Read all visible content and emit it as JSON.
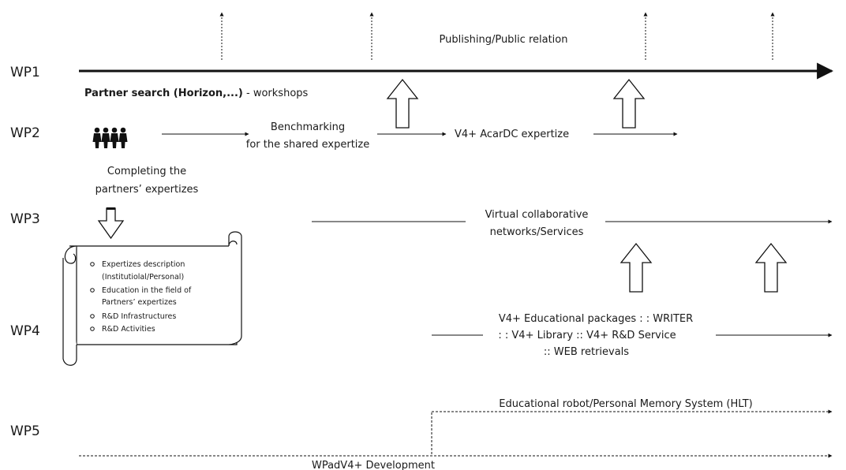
{
  "work_packages": [
    "WP1",
    "WP2",
    "WP3",
    "WP4",
    "WP5"
  ],
  "wp1": {
    "publishing": "Publishing/Public relation",
    "partner_search_bold": "Partner search (Horizon,...)",
    "partner_search_rest": " - workshops"
  },
  "wp2": {
    "benchmarking_line1": "Benchmarking",
    "benchmarking_line2": "for the shared expertize",
    "acardc": "V4+ AcarDC expertize",
    "completing_line1": "Completing  the",
    "completing_line2": "partners’ expertizes"
  },
  "scroll": {
    "items": [
      "Expertizes description",
      "(Institutiolal/Personal)",
      "Education in the field of",
      "Partners’ expertizes",
      "R&D Infrastructures",
      "R&D Activities"
    ]
  },
  "wp3": {
    "line1": "Virtual collaborative",
    "line2": "networks/Services"
  },
  "wp4": {
    "line1": "V4+ Educational packages : : WRITER",
    "line2": ": :  V4+ Library :: V4+ R&D Service",
    "line3": "::  WEB retrievals"
  },
  "wp5": {
    "robot": "Educational robot/Personal Memory System (HLT)",
    "development": "WPadV4+  Development"
  },
  "colors": {
    "line": "#111111",
    "text": "#1a1a1a",
    "background": "#ffffff"
  }
}
